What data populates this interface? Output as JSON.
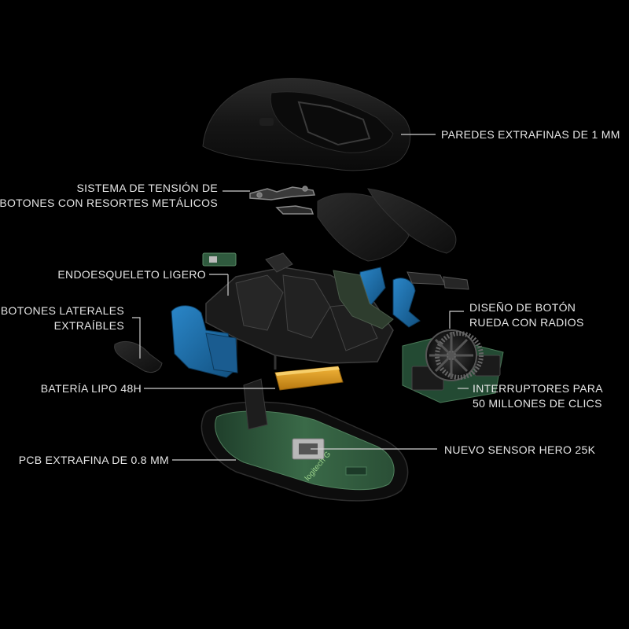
{
  "labels": {
    "walls": "PAREDES EXTRAFINAS DE 1 MM",
    "tension": [
      "SISTEMA DE TENSIÓN DE",
      "BOTONES CON RESORTES METÁLICOS"
    ],
    "endoskeleton": "ENDOESQUELETO LIGERO",
    "side_buttons": [
      "BOTONES LATERALES",
      "EXTRAÍBLES"
    ],
    "battery": "BATERÍA LIPO 48H",
    "pcb": "PCB EXTRAFINA DE 0.8 MM",
    "wheel": [
      "DISEÑO DE BOTÓN",
      "RUEDA CON RADIOS"
    ],
    "switches": [
      "INTERRUPTORES PARA",
      "50 MILLONES DE CLICS"
    ],
    "sensor": "NUEVO SENSOR HERO 25K"
  },
  "pcb_logo_text": "logitech G",
  "colors": {
    "background": "#000000",
    "text": "#e6e6e6",
    "leader": "#cfcfcf",
    "shell": "#141414",
    "blue_parts": "#1f6fae",
    "battery": "#d99a1e",
    "pcb_green": "#2c5a3c"
  }
}
